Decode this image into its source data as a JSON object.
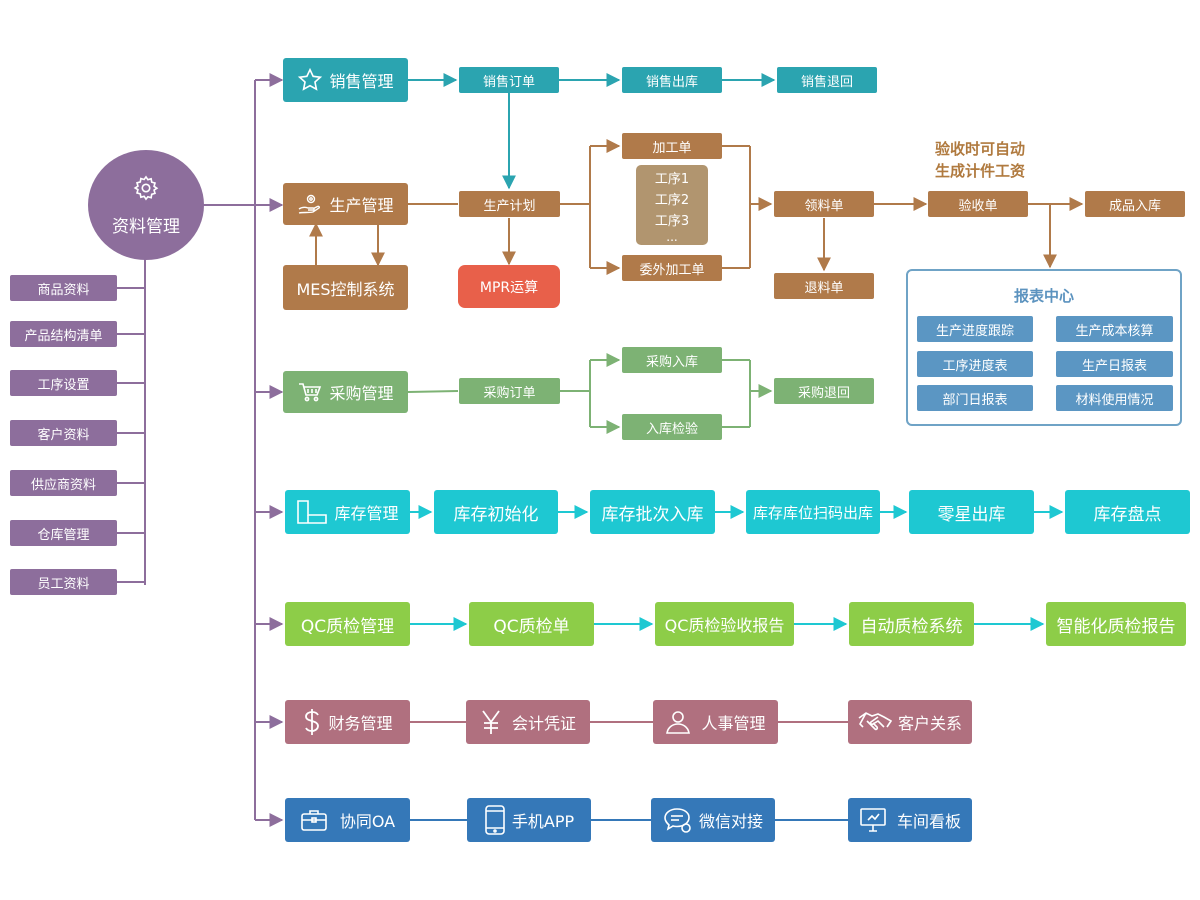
{
  "colors": {
    "purple": "#8d6e9c",
    "teal": "#2ba4b0",
    "brown": "#b07a4a",
    "red": "#e8604a",
    "green": "#7db274",
    "cyan": "#1ec8d2",
    "lime": "#8dcd48",
    "rose": "#b0707f",
    "blue": "#3578b8",
    "report_item": "#5b96c3"
  },
  "center": {
    "label": "资料管理",
    "icon": "gear-icon"
  },
  "left_items": [
    "商品资料",
    "产品结构清单",
    "工序设置",
    "客户资料",
    "供应商资料",
    "仓库管理",
    "员工资料"
  ],
  "sales": {
    "label": "销售管理",
    "icon": "star-icon",
    "steps": [
      "销售订单",
      "销售出库",
      "销售退回"
    ]
  },
  "production": {
    "label": "生产管理",
    "icon": "hand-gear-icon",
    "mes": "MES控制系统",
    "plan": "生产计划",
    "mpr": "MPR运算",
    "process_order": "加工单",
    "sub_processes": [
      "工序1",
      "工序2",
      "工序3",
      "..."
    ],
    "outsource": "委外加工单",
    "picking": "领料单",
    "return_material": "退料单",
    "acceptance": "验收单",
    "finished_in": "成品入库",
    "note": [
      "验收时可自动",
      "生成计件工资"
    ]
  },
  "report_center": {
    "title": "报表中心",
    "items": [
      "生产进度跟踪",
      "生产成本核算",
      "工序进度表",
      "生产日报表",
      "部门日报表",
      "材料使用情况"
    ]
  },
  "purchase": {
    "label": "采购管理",
    "icon": "cart-icon",
    "order": "采购订单",
    "in": "采购入库",
    "inspect": "入库检验",
    "return": "采购退回"
  },
  "inventory": {
    "label": "库存管理",
    "icon": "warehouse-icon",
    "steps": [
      "库存初始化",
      "库存批次入库",
      "库存库位扫码出库",
      "零星出库",
      "库存盘点"
    ]
  },
  "qc": {
    "label": "QC质检管理",
    "steps": [
      "QC质检单",
      "QC质检验收报告",
      "自动质检系统",
      "智能化质检报告"
    ]
  },
  "finance": {
    "label": "财务管理",
    "icon": "dollar-icon",
    "steps": [
      {
        "label": "会计凭证",
        "icon": "yen-icon"
      },
      {
        "label": "人事管理",
        "icon": "person-icon"
      },
      {
        "label": "客户关系",
        "icon": "handshake-icon"
      }
    ]
  },
  "oa": {
    "label": "协同OA",
    "icon": "briefcase-icon",
    "steps": [
      {
        "label": "手机APP",
        "icon": "phone-icon"
      },
      {
        "label": "微信对接",
        "icon": "chat-icon"
      },
      {
        "label": "车间看板",
        "icon": "monitor-icon"
      }
    ]
  }
}
